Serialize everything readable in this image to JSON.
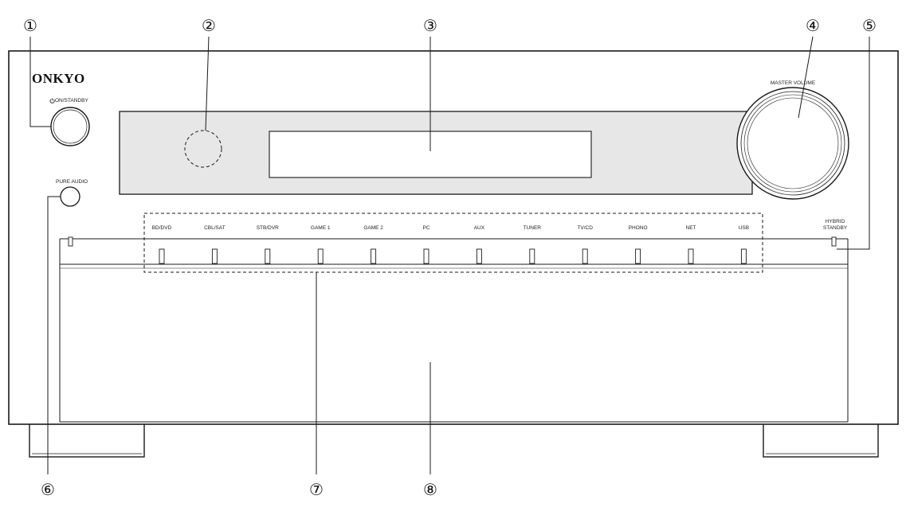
{
  "brand": "ONKYO",
  "labels": {
    "on_standby": "ON/STANDBY",
    "pure_audio": "PURE AUDIO",
    "master_volume": "MASTER VOLUME",
    "hybrid_standby_line1": "HYBRID",
    "hybrid_standby_line2": "STANDBY"
  },
  "selectors": [
    "BD/DVD",
    "CBL/SAT",
    "STB/DVR",
    "GAME 1",
    "GAME 2",
    "PC",
    "AUX",
    "TUNER",
    "TV/CD",
    "PHONO",
    "NET",
    "USB"
  ],
  "callouts": {
    "c1": "①",
    "c2": "②",
    "c3": "③",
    "c4": "④",
    "c5": "⑤",
    "c6": "⑥",
    "c7": "⑦",
    "c8": "⑧"
  },
  "icons": {
    "power": "power-icon"
  },
  "colors": {
    "line": "#1a1a1a",
    "display": "#e7e7e7",
    "panel": "#ffffff"
  }
}
